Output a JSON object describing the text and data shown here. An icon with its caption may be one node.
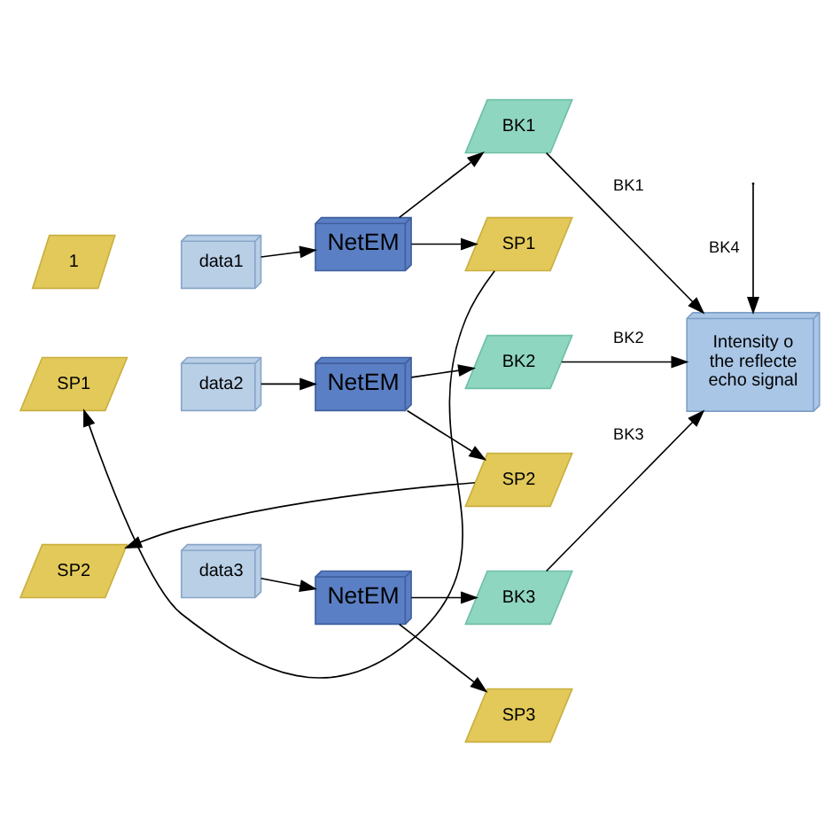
{
  "diagram": {
    "nodes": [
      {
        "text": [
          "1"
        ]
      },
      {
        "text": [
          "data1"
        ]
      },
      {
        "text": [
          "NetEM"
        ]
      },
      {
        "text": [
          "BK1"
        ]
      },
      {
        "text": [
          "SP1"
        ]
      },
      {
        "text": [
          "SP1"
        ]
      },
      {
        "text": [
          "data2"
        ]
      },
      {
        "text": [
          "NetEM"
        ]
      },
      {
        "text": [
          "BK2"
        ]
      },
      {
        "text": [
          "SP2"
        ]
      },
      {
        "text": [
          "SP2"
        ]
      },
      {
        "text": [
          "data3"
        ]
      },
      {
        "text": [
          "NetEM"
        ]
      },
      {
        "text": [
          "BK3"
        ]
      },
      {
        "text": [
          "SP3"
        ]
      },
      {
        "text": [
          "Intensity o the reflecte echo signal"
        ]
      }
    ],
    "edges": [
      {
        "from": 1,
        "to": 2,
        "arrow": "to"
      },
      {
        "from": 2,
        "to": 3,
        "arrow": "to"
      },
      {
        "from": 2,
        "to": 5,
        "arrow": "to"
      },
      {
        "from": 5,
        "to": 4,
        "arrow": "to"
      },
      {
        "from": 3,
        "to": 15,
        "arrow": "to",
        "label": "BK1"
      },
      {
        "from": 6,
        "to": 7,
        "arrow": "to"
      },
      {
        "from": 7,
        "to": 8,
        "arrow": "to"
      },
      {
        "from": 7,
        "to": 10,
        "arrow": "to"
      },
      {
        "from": 10,
        "to": 9,
        "arrow": "to"
      },
      {
        "from": 8,
        "to": 15,
        "arrow": "to",
        "label": "BK2"
      },
      {
        "from": 11,
        "to": 12,
        "arrow": "to"
      },
      {
        "from": 12,
        "to": 13,
        "arrow": "to"
      },
      {
        "from": 12,
        "to": 14,
        "arrow": "to"
      },
      {
        "from": 13,
        "to": 15,
        "arrow": "to",
        "label": "BK3"
      },
      {
        "from": null,
        "to": 15,
        "arrow": "to",
        "label": "BK4"
      }
    ]
  }
}
